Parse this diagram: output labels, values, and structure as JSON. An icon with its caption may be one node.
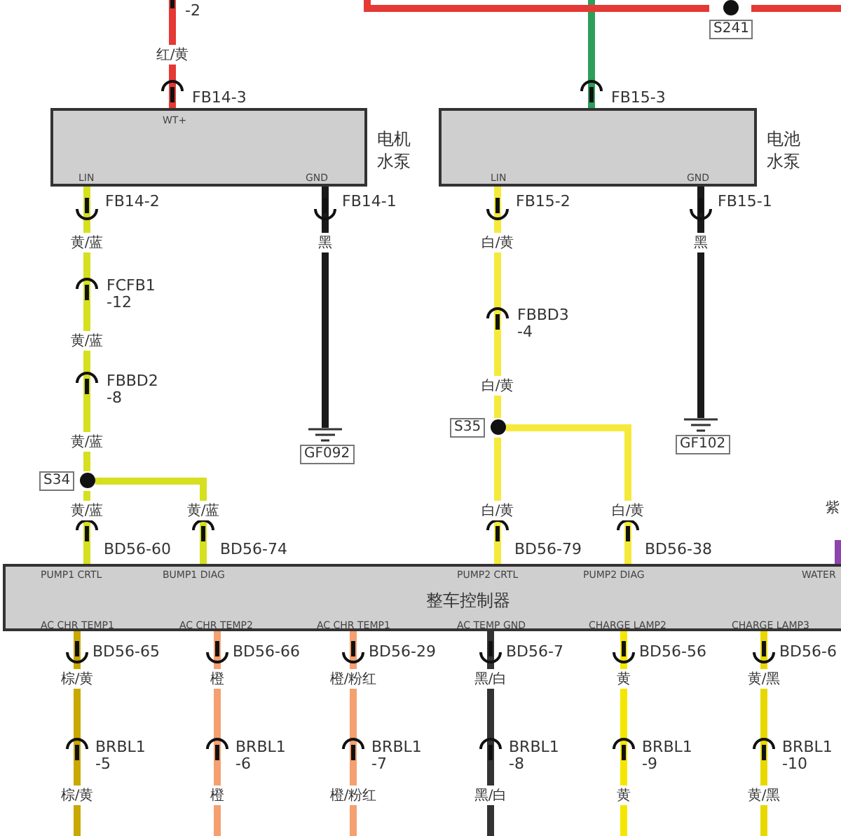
{
  "diagram": {
    "nodes": [
      {
        "text": [
          "S241"
        ]
      },
      {
        "text": [
          "电机水泵",
          "WT+",
          "LIN",
          "GND"
        ]
      },
      {
        "text": [
          "电池水泵",
          "LIN",
          "GND"
        ]
      },
      {
        "text": [
          "S35"
        ]
      },
      {
        "text": [
          "GF092"
        ]
      },
      {
        "text": [
          "GF102"
        ]
      },
      {
        "text": [
          "S34"
        ]
      },
      {
        "text": [
          "整车控制器",
          "PUMP1 CRTL",
          "BUMP1 DIAG",
          "PUMP2 CRTL",
          "PUMP2 DIAG",
          "WATER",
          "AC CHR TEMP1",
          "AC CHR TEMP2",
          "AC CHR TEMP1",
          "AC TEMP GND",
          "CHARGE LAMP2",
          "CHARGE LAMP3"
        ]
      }
    ],
    "edges": [
      {
        "from": null,
        "to": 1,
        "arrow": "none",
        "color": "#e53935"
      },
      {
        "from": 1,
        "to": 6,
        "arrow": "none",
        "color": "#d6e020"
      },
      {
        "from": 6,
        "to": 7,
        "arrow": "none",
        "color": "#d6e020"
      },
      {
        "from": 6,
        "to": 7,
        "arrow": "none",
        "color": "#d6e020"
      },
      {
        "from": 1,
        "to": 4,
        "arrow": "none",
        "color": "#1a1a1a"
      },
      {
        "from": null,
        "to": 2,
        "arrow": "none",
        "color": "#2e9e5a"
      },
      {
        "from": 2,
        "to": 3,
        "arrow": "none",
        "color": "#f5ea3a"
      },
      {
        "from": 3,
        "to": 7,
        "arrow": "none",
        "color": "#f5ea3a"
      },
      {
        "from": 3,
        "to": 7,
        "arrow": "none",
        "color": "#f5ea3a"
      },
      {
        "from": 2,
        "to": 5,
        "arrow": "none",
        "color": "#1a1a1a"
      },
      {
        "from": null,
        "to": 0,
        "arrow": "none",
        "color": "#e53935"
      },
      {
        "from": 0,
        "to": null,
        "arrow": "none",
        "color": "#e53935"
      },
      {
        "from": null,
        "to": 7,
        "arrow": "none",
        "color": "#8e44ad"
      },
      {
        "from": 7,
        "to": null,
        "arrow": "none",
        "color": "#c9a800"
      },
      {
        "from": 7,
        "to": null,
        "arrow": "none",
        "color": "#f4a070"
      },
      {
        "from": 7,
        "to": null,
        "arrow": "none",
        "color": "#f4a070"
      },
      {
        "from": 7,
        "to": null,
        "arrow": "none",
        "color": "#333333"
      },
      {
        "from": 7,
        "to": null,
        "arrow": "none",
        "color": "#f5e600"
      },
      {
        "from": 7,
        "to": null,
        "arrow": "none",
        "color": "#e8d800"
      }
    ],
    "labels": [
      "-2",
      "红/黄",
      "FB14-3",
      "FB15-3",
      "FB14-2",
      "FB14-1",
      "FB15-2",
      "FB15-1",
      "黄/蓝",
      "黑",
      "白/黄",
      "黑",
      "FCFB1 -12",
      "FBBD3 -4",
      "黄/蓝",
      "白/黄",
      "FBBD2 -8",
      "黄/蓝",
      "黄/蓝",
      "黄/蓝",
      "白/黄",
      "白/黄",
      "紫",
      "BD56-60",
      "BD56-74",
      "BD56-79",
      "BD56-38",
      "BD56-65",
      "BD56-66",
      "BD56-29",
      "BD56-7",
      "BD56-56",
      "BD56-6",
      "棕/黄",
      "橙",
      "橙/粉红",
      "黑/白",
      "黄",
      "黄/黑",
      "BRBL1 -5",
      "BRBL1 -6",
      "BRBL1 -7",
      "BRBL1 -8",
      "BRBL1 -9",
      "BRBL1 -10",
      "棕/黄",
      "橙",
      "橙/粉红",
      "黑/白",
      "黄",
      "黄/黑"
    ]
  }
}
